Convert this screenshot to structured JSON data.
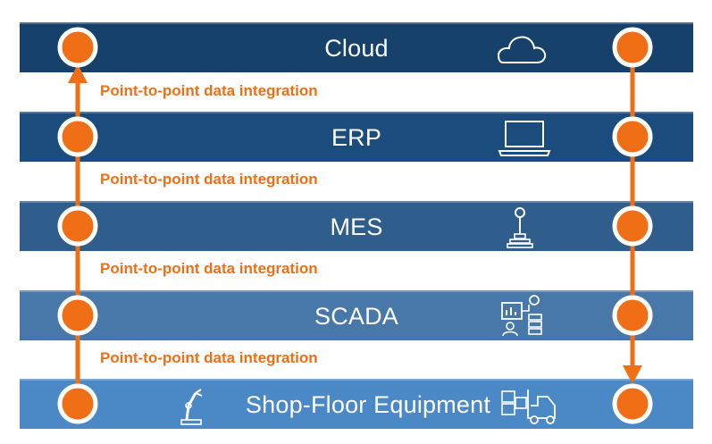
{
  "colors": {
    "accent": "#f06e16",
    "cloud": "#15416b",
    "erp": "#1a4d7e",
    "mes": "#2f5e8c",
    "scada": "#4878a9",
    "shop_floor": "#4a88c6"
  },
  "layers": [
    {
      "label": "Cloud",
      "icon": "cloud-icon"
    },
    {
      "label": "ERP",
      "icon": "laptop-icon"
    },
    {
      "label": "MES",
      "icon": "joystick-icon"
    },
    {
      "label": "SCADA",
      "icon": "dashboard-icon"
    },
    {
      "label": "Shop-Floor Equipment",
      "icon": "forklift-icon",
      "extra_icon": "robot-arm-icon"
    }
  ],
  "integrations": [
    {
      "label": "Point-to-point data integration"
    },
    {
      "label": "Point-to-point data integration"
    },
    {
      "label": "Point-to-point data integration"
    },
    {
      "label": "Point-to-point data integration"
    }
  ]
}
